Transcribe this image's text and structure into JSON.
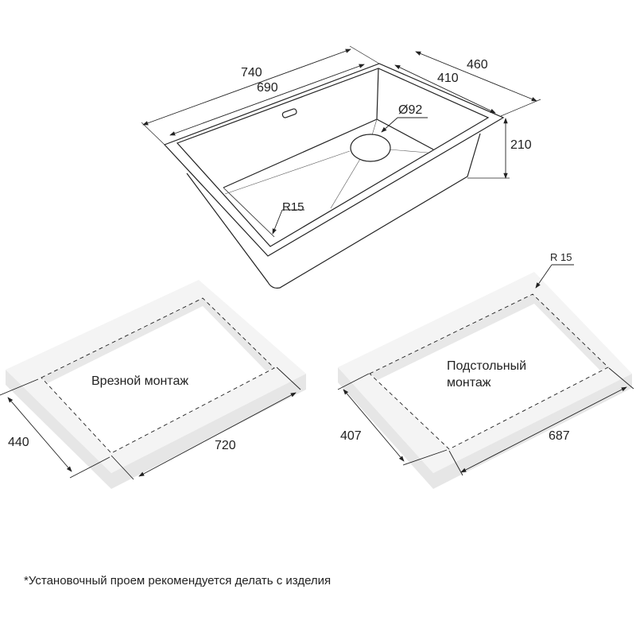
{
  "sink": {
    "dim_outer_length": "740",
    "dim_inner_length": "690",
    "dim_outer_width": "460",
    "dim_inner_width": "410",
    "dim_depth": "210",
    "dim_drain": "Ø92",
    "dim_radius": "R15"
  },
  "inset_mount": {
    "label": "Врезной монтаж",
    "dim_width": "440",
    "dim_length": "720"
  },
  "undermount": {
    "label_line1": "Подстольный",
    "label_line2": "монтаж",
    "dim_radius": "R 15",
    "dim_width": "407",
    "dim_length": "687"
  },
  "footnote": "*Установочный проем рекомендуется делать с изделия",
  "colors": {
    "line": "#222222",
    "counter_top": "#f4f4f4",
    "counter_side": "#e6e6e6"
  }
}
